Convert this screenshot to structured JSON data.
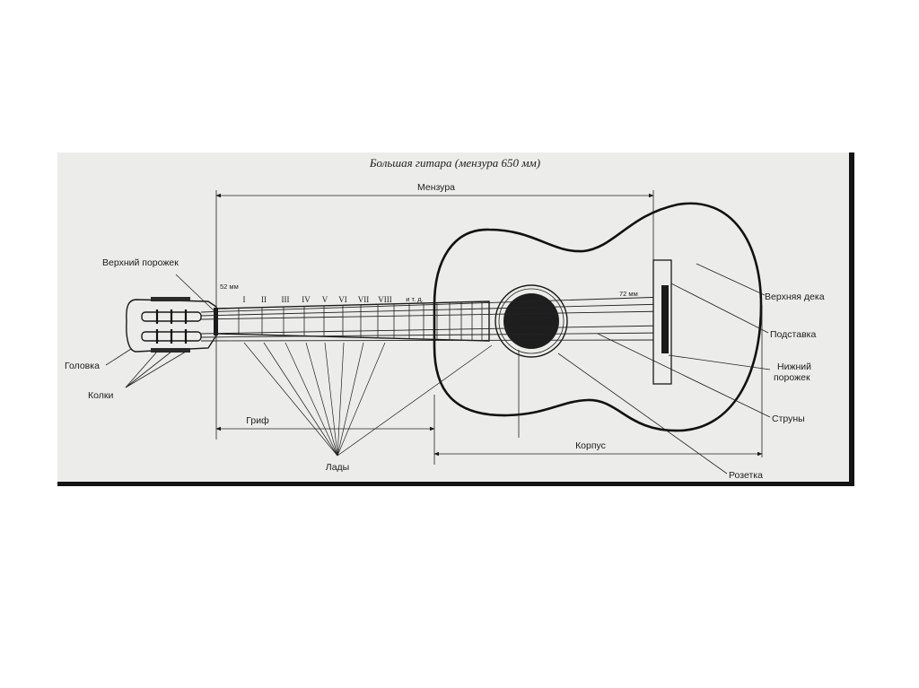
{
  "title": "Большая гитара (мензура 650 мм)",
  "dimensions": {
    "scale_length": "Мензура",
    "neck": "Гриф",
    "body": "Корпус",
    "nut_width": "52 мм",
    "saddle_width": "72 мм"
  },
  "frets": [
    "I",
    "II",
    "III",
    "IV",
    "V",
    "VI",
    "VII",
    "VIII",
    "и т. д."
  ],
  "parts": {
    "top_nut": "Верхний порожек",
    "head": "Головка",
    "pegs": "Колки",
    "frets": "Лады",
    "soundboard": "Верхняя дека",
    "bridge": "Подставка",
    "bottom_nut_line1": "Нижний",
    "bottom_nut_line2": "порожек",
    "strings": "Струны",
    "rosette": "Розетка"
  }
}
